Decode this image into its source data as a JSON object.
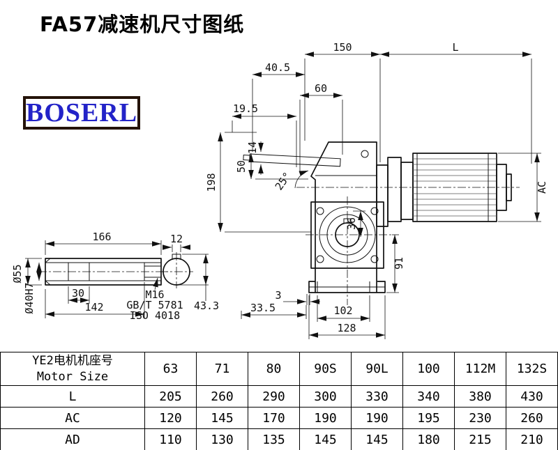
{
  "page": {
    "title": "FA57减速机尺寸图纸",
    "logo_text": "BOSERL"
  },
  "dims": {
    "d150": "150",
    "dL": "L",
    "d40_5": "40.5",
    "d60": "60",
    "d19_5": "19.5",
    "d14": "14",
    "d50": "50",
    "angle25": "25°",
    "d198": "198",
    "d36": "36",
    "dAC": "AC",
    "d91": "91",
    "d3": "3",
    "d33_5": "33.5",
    "d102": "102",
    "d128": "128",
    "d166": "166",
    "d12": "12",
    "dia55": "Ø55",
    "dia40h7": "Ø40H7",
    "d30": "30",
    "d142": "142",
    "m16": "M16",
    "gb": "GB/T 5781",
    "iso": "ISO 4018",
    "d43_3": "43.3"
  },
  "table": {
    "header_line1": "YE2电机机座号",
    "header_line2": "Motor Size",
    "columns": [
      "63",
      "71",
      "80",
      "90S",
      "90L",
      "100",
      "112M",
      "132S"
    ],
    "rows": [
      {
        "label": "L",
        "values": [
          "205",
          "260",
          "290",
          "300",
          "330",
          "340",
          "380",
          "430"
        ]
      },
      {
        "label": "AC",
        "values": [
          "120",
          "145",
          "170",
          "190",
          "190",
          "195",
          "230",
          "260"
        ]
      },
      {
        "label": "AD",
        "values": [
          "110",
          "130",
          "135",
          "145",
          "145",
          "180",
          "215",
          "210"
        ]
      }
    ]
  }
}
